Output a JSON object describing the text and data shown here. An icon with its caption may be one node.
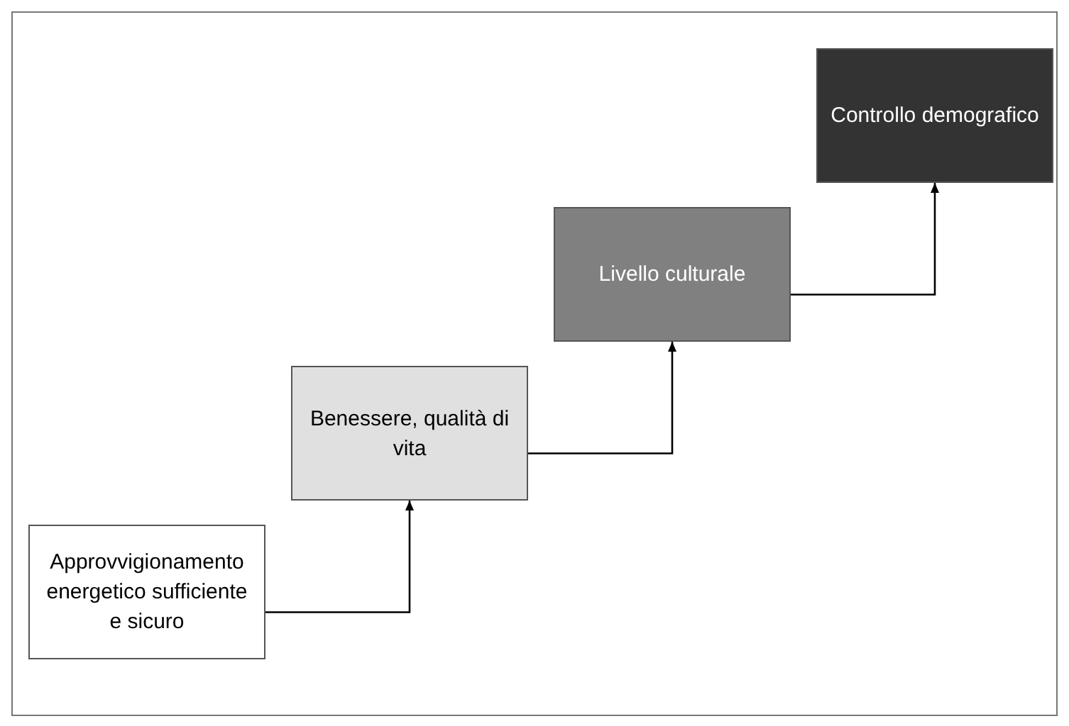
{
  "diagram": {
    "nodes": [
      {
        "text": [
          "Approvvigionamento energetico sufficiente e sicuro"
        ]
      },
      {
        "text": [
          "Benessere, qualità di vita"
        ]
      },
      {
        "text": [
          "Livello culturale"
        ]
      },
      {
        "text": [
          "Controllo demografico"
        ]
      }
    ],
    "edges": [
      {
        "from": 0,
        "to": 1,
        "arrow": "to"
      },
      {
        "from": 1,
        "to": 2,
        "arrow": "to"
      },
      {
        "from": 2,
        "to": 3,
        "arrow": "to"
      }
    ]
  }
}
